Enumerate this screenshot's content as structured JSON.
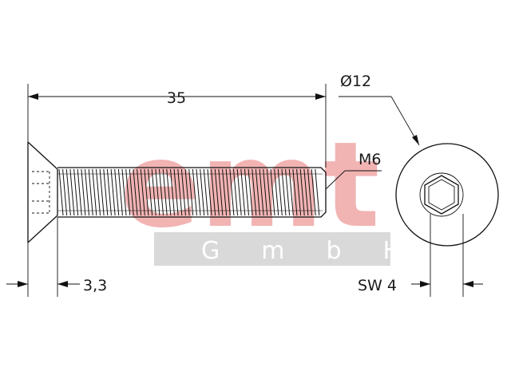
{
  "watermark": {
    "brand": "emt",
    "company": "GmbH",
    "brand_color": "#f2b3b3",
    "band_color": "#d9d9d9",
    "company_color": "#ffffff"
  },
  "dimensions": {
    "length": "35",
    "head_height": "3,3",
    "thread": "M6",
    "head_diameter": "Ø12",
    "socket_size": "SW 4"
  },
  "colors": {
    "line": "#111111",
    "text": "#1a1a1a"
  }
}
